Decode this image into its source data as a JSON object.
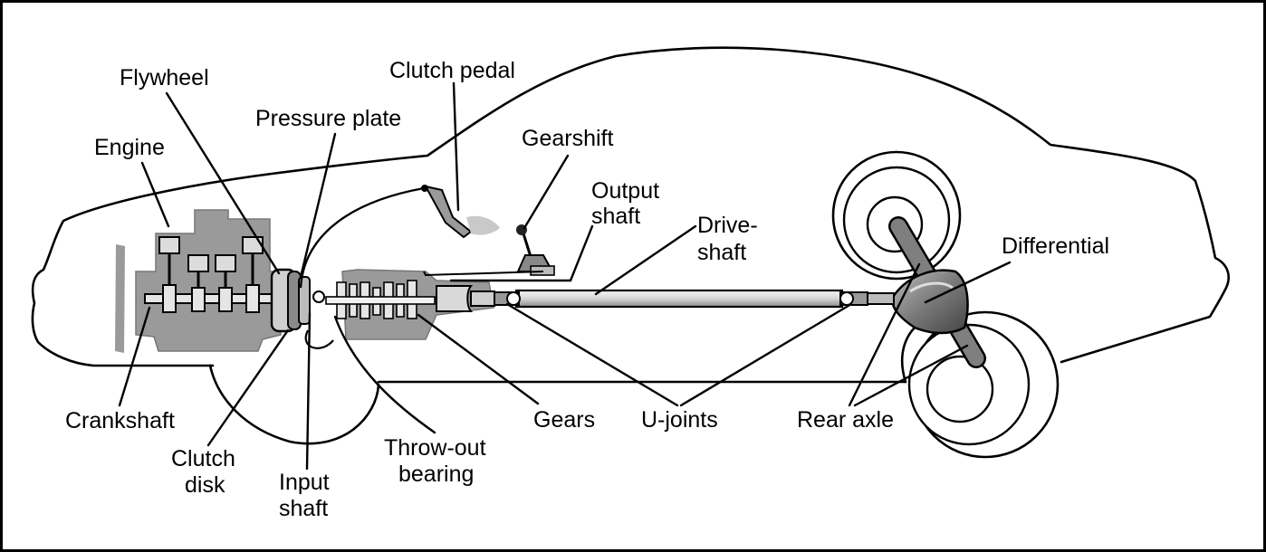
{
  "labels": {
    "flywheel": "Flywheel",
    "clutch_pedal": "Clutch pedal",
    "pressure_plate": "Pressure plate",
    "gearshift": "Gearshift",
    "engine": "Engine",
    "output_shaft_1": "Output",
    "output_shaft_2": "shaft",
    "driveshaft_1": "Drive-",
    "driveshaft_2": "shaft",
    "differential": "Differential",
    "crankshaft": "Crankshaft",
    "clutch_disk_1": "Clutch",
    "clutch_disk_2": "disk",
    "input_shaft_1": "Input",
    "input_shaft_2": "shaft",
    "throwout_bearing_1": "Throw-out",
    "throwout_bearing_2": "bearing",
    "gears": "Gears",
    "u_joints": "U-joints",
    "rear_axle": "Rear axle"
  },
  "colors": {
    "ink": "#000000",
    "engine_gray": "#9a9a9a",
    "dark_gray": "#555555",
    "light_gray": "#cfcfcf",
    "background": "#ffffff"
  }
}
